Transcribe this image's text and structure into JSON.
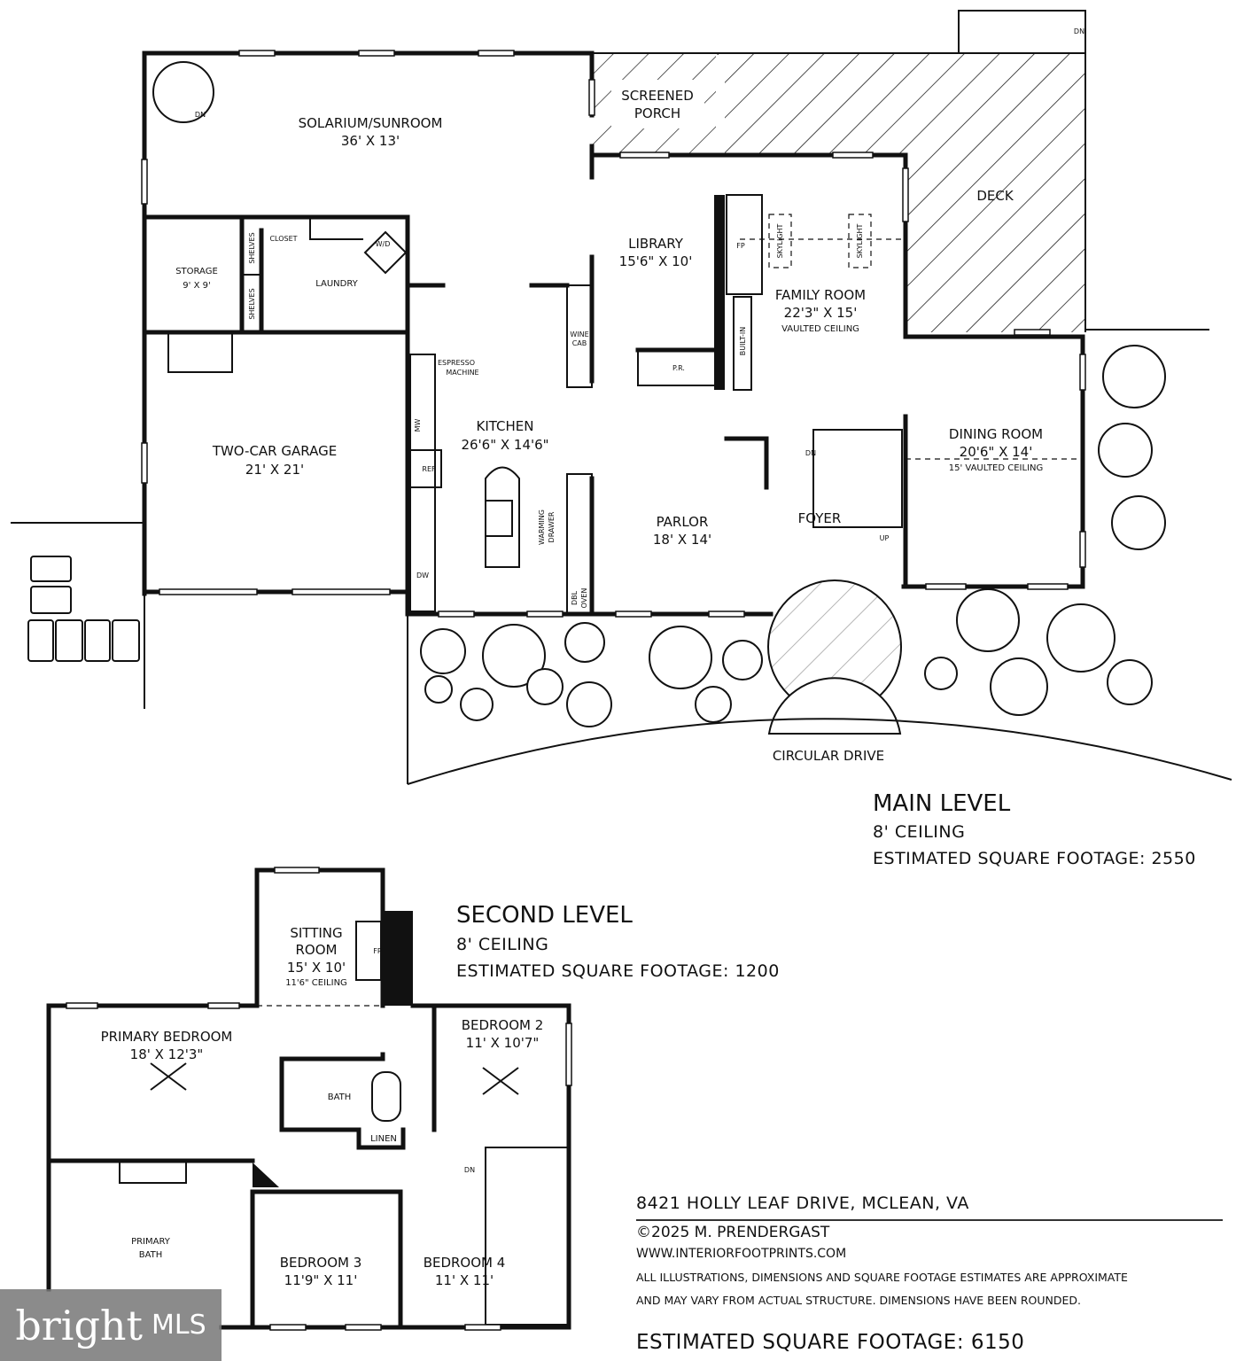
{
  "main_level": {
    "title": "MAIN LEVEL",
    "ceiling": "8' CEILING",
    "sqft": "ESTIMATED SQUARE FOOTAGE: 2550",
    "rooms": [
      {
        "name": "SOLARIUM/SUNROOM",
        "dims": "36' X 13'"
      },
      {
        "name": "SCREENED",
        "dims": "PORCH"
      },
      {
        "name": "DECK",
        "dims": ""
      },
      {
        "name": "STORAGE",
        "dims": "9' X 9'"
      },
      {
        "name": "LAUNDRY",
        "dims": ""
      },
      {
        "name": "LIBRARY",
        "dims": "15'6\" X 10'"
      },
      {
        "name": "FAMILY ROOM",
        "dims": "22'3\" X 15'",
        "note": "VAULTED CEILING"
      },
      {
        "name": "TWO-CAR GARAGE",
        "dims": "21' X 21'"
      },
      {
        "name": "KITCHEN",
        "dims": "26'6\" X 14'6\""
      },
      {
        "name": "PARLOR",
        "dims": "18' X 14'"
      },
      {
        "name": "FOYER",
        "dims": ""
      },
      {
        "name": "DINING ROOM",
        "dims": "20'6\" X 14'",
        "note": "15' VAULTED CEILING"
      }
    ],
    "fixtures": {
      "closet": "CLOSET",
      "wd": "W/D",
      "shelves": "SHELVES",
      "espresso1": "ESPRESSO",
      "espresso2": "MACHINE",
      "mw": "MW",
      "ref": "REF",
      "dw": "DW",
      "warming1": "WARMING",
      "warming2": "DRAWER",
      "dbl": "DBL",
      "oven": "OVEN",
      "wine": "WINE",
      "cab": "CAB",
      "pr": "P.R.",
      "builtin": "BUILT-IN",
      "fp": "FP",
      "skylight": "SKYLIGHT",
      "dn": "DN",
      "up": "UP"
    },
    "drive": "CIRCULAR DRIVE"
  },
  "second_level": {
    "title": "SECOND LEVEL",
    "ceiling": "8' CEILING",
    "sqft": "ESTIMATED SQUARE FOOTAGE: 1200",
    "rooms": [
      {
        "name": "SITTING",
        "name2": "ROOM",
        "dims": "15' X 10'",
        "note": "11'6\" CEILING"
      },
      {
        "name": "PRIMARY BEDROOM",
        "dims": "18' X 12'3\""
      },
      {
        "name": "BEDROOM 2",
        "dims": "11' X 10'7\""
      },
      {
        "name": "BATH",
        "dims": ""
      },
      {
        "name": "LINEN",
        "dims": ""
      },
      {
        "name": "PRIMARY",
        "name2": "BATH"
      },
      {
        "name": "BEDROOM 3",
        "dims": "11'9\" X 11'"
      },
      {
        "name": "BEDROOM 4",
        "dims": "11' X 11'"
      }
    ],
    "fp": "FP",
    "dn": "DN"
  },
  "info": {
    "address": "8421 HOLLY LEAF DRIVE, MCLEAN, VA",
    "copyright": "©2025 M. PRENDERGAST",
    "website": "WWW.INTERIORFOOTPRINTS.COM",
    "disclaimer1": "ALL ILLUSTRATIONS, DIMENSIONS AND SQUARE FOOTAGE ESTIMATES ARE APPROXIMATE",
    "disclaimer2": "AND MAY VARY FROM ACTUAL STRUCTURE. DIMENSIONS HAVE BEEN ROUNDED.",
    "total_sqft": "ESTIMATED SQUARE FOOTAGE: 6150"
  },
  "watermark": {
    "brand": "bright",
    "suffix": "MLS"
  },
  "colors": {
    "line": "#111111",
    "background": "#ffffff",
    "watermark": "#777777"
  }
}
